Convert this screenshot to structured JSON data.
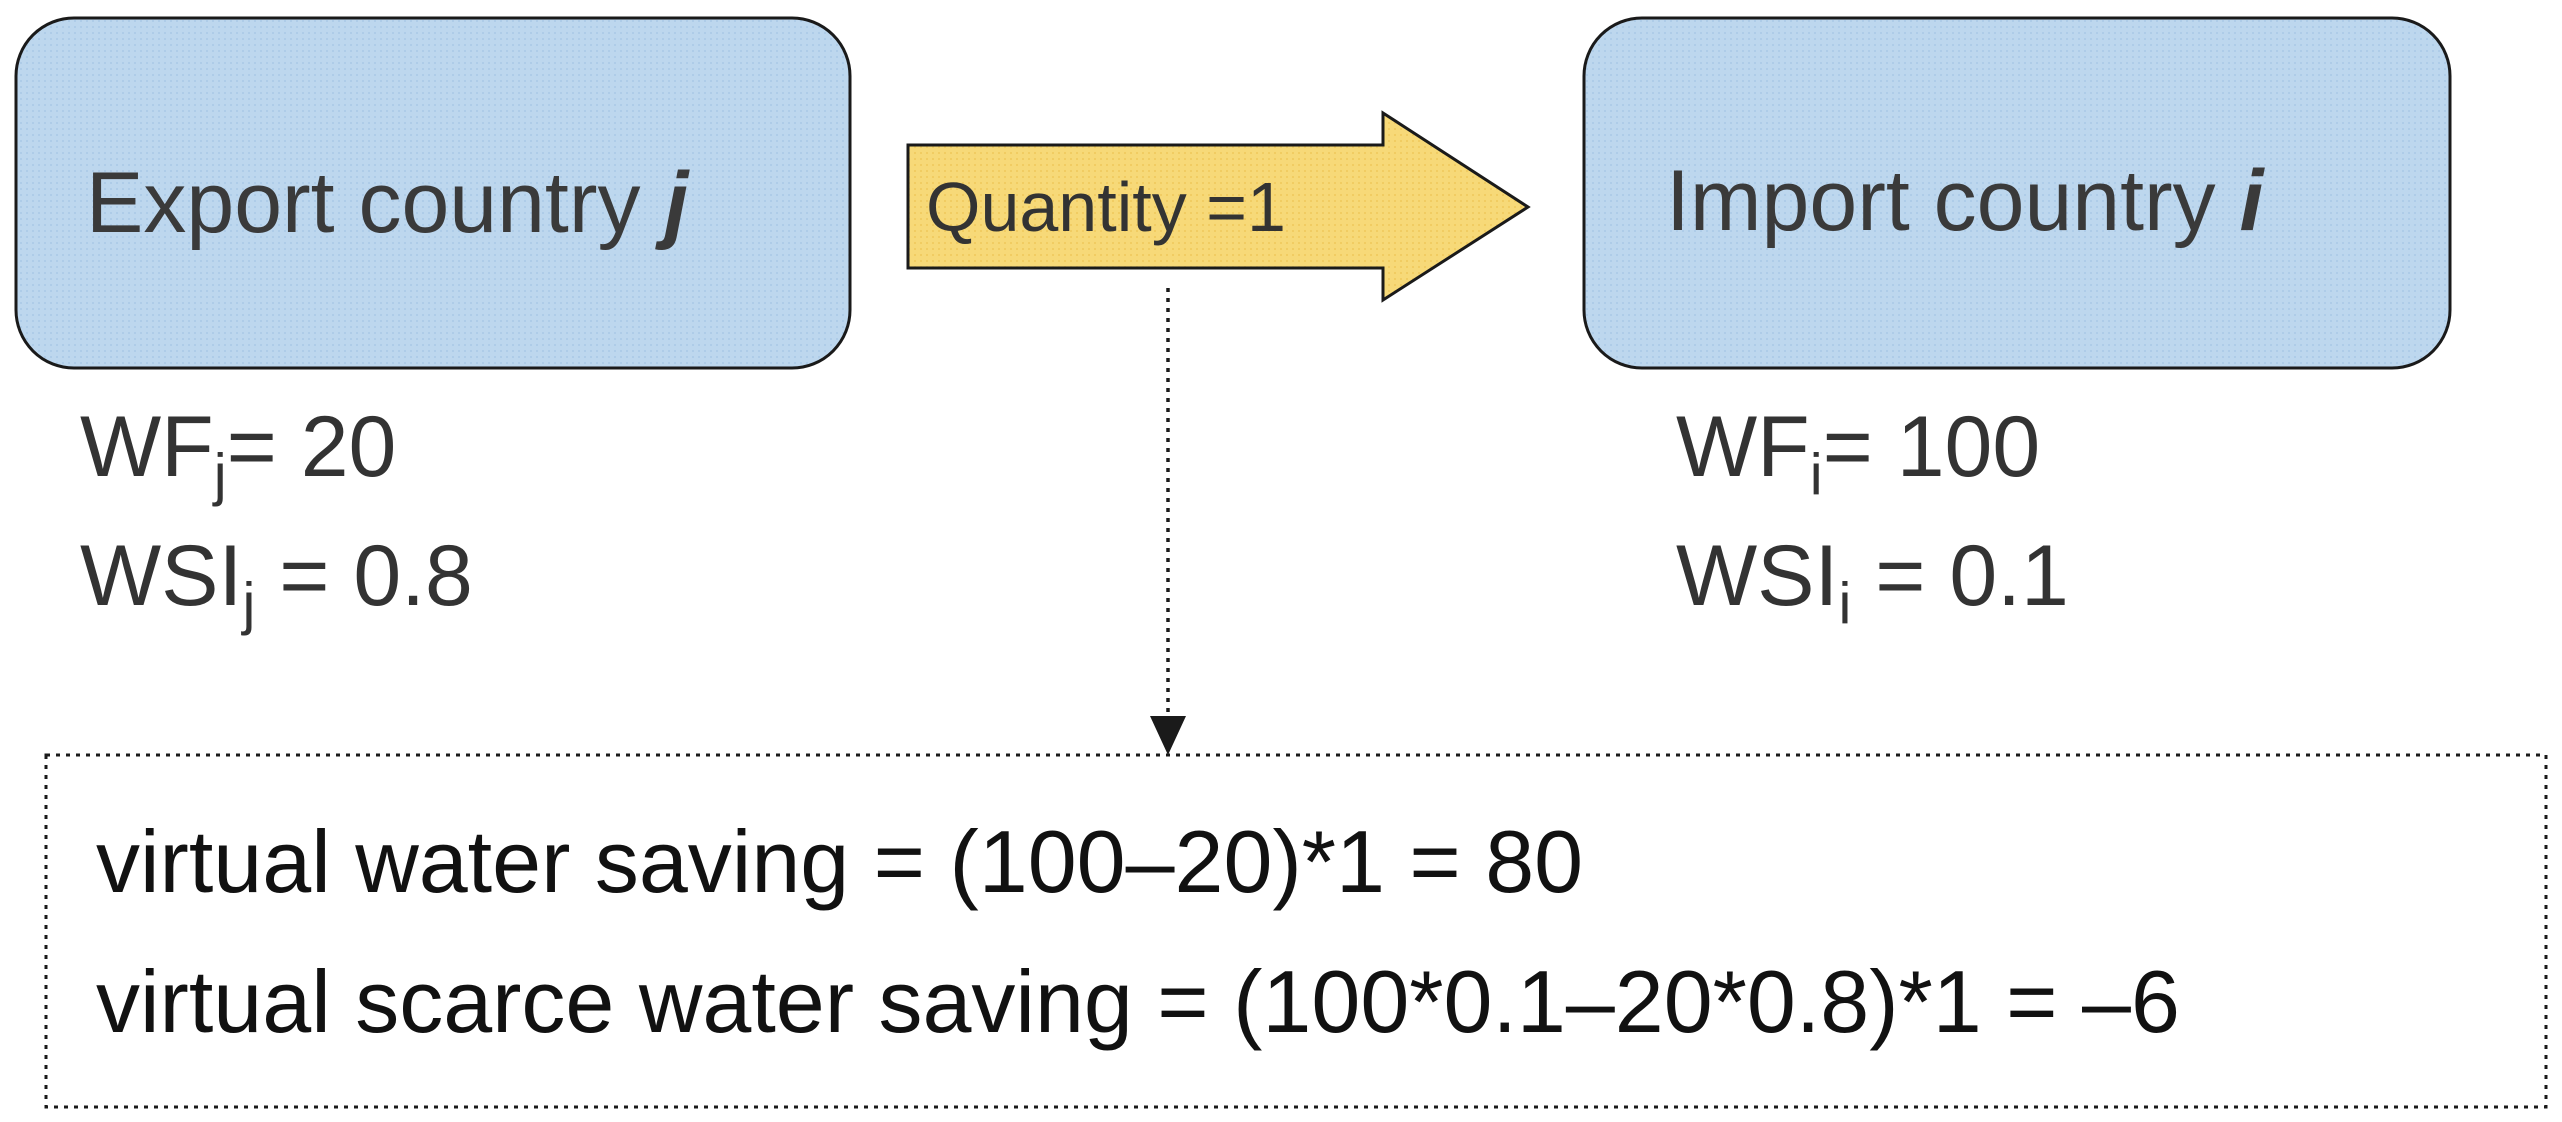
{
  "colors": {
    "country_box_fill": "#bdd7ee",
    "country_box_stroke": "#1a1a1a",
    "arrow_fill": "#f7d978",
    "arrow_stroke": "#1a1a1a",
    "dotted_line": "#1a1a1a"
  },
  "export_country": {
    "label": "Export country ",
    "var": "j",
    "wf_prefix": "WF",
    "wf_sub": "j",
    "wf_value": "= 20",
    "wsi_prefix": "WSI",
    "wsi_sub": "j",
    "wsi_value": " = 0.8"
  },
  "import_country": {
    "label": "Import country ",
    "var": "i",
    "wf_prefix": "WF",
    "wf_sub": "i",
    "wf_value": "= 100",
    "wsi_prefix": "WSI",
    "wsi_sub": "i",
    "wsi_value": " = 0.1"
  },
  "trade_arrow": {
    "label": "Quantity =1"
  },
  "results": {
    "line1": "virtual water saving = (100–20)*1 = 80",
    "line2": "virtual scarce water saving = (100*0.1–20*0.8)*1 = –6"
  }
}
